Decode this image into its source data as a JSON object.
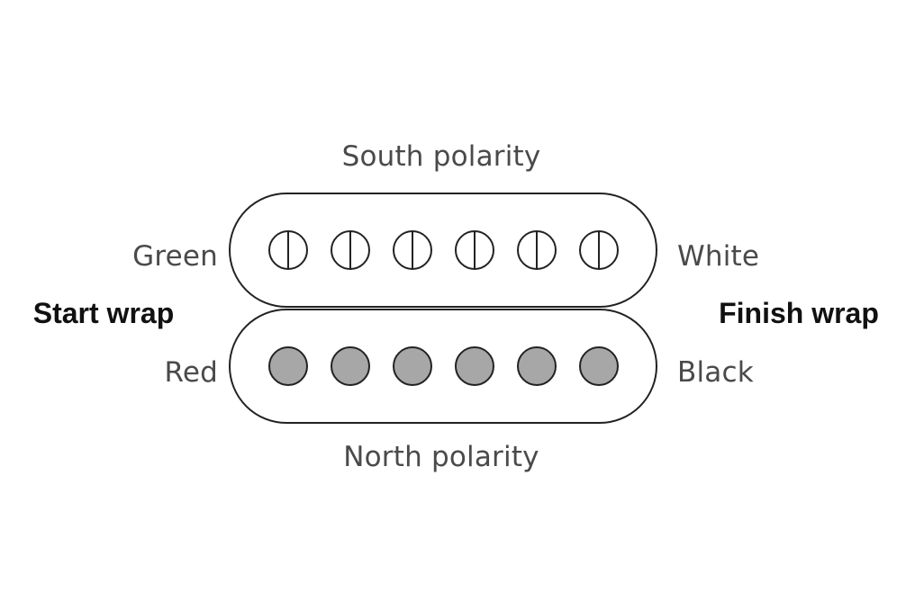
{
  "labels": {
    "top": "South polarity",
    "bottom": "North polarity",
    "upper_left": "Green",
    "upper_right": "White",
    "lower_left": "Red",
    "lower_right": "Black",
    "left": "Start wrap",
    "right": "Finish wrap"
  },
  "coils": {
    "upper": {
      "pole_count": 6,
      "pole_style": "hollow with center line"
    },
    "lower": {
      "pole_count": 6,
      "pole_style": "filled grey"
    }
  },
  "colors": {
    "outline": "#222222",
    "lower_pole_fill": "#a7a7a7",
    "label_text": "#4a4a4a",
    "strong_text": "#111111"
  }
}
